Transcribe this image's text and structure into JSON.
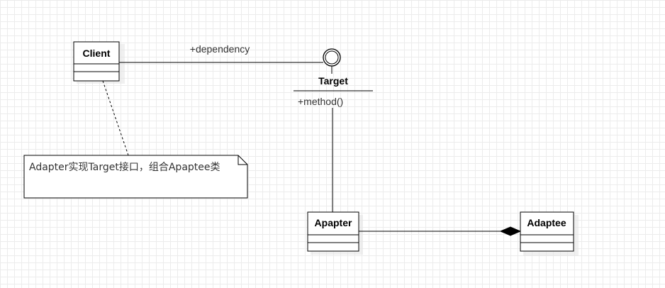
{
  "diagram": {
    "classes": {
      "client": "Client",
      "adapter": "Apapter",
      "adaptee": "Adaptee"
    },
    "interface": {
      "name": "Target",
      "method": "+method()"
    },
    "edges": {
      "client_target_label": "+dependency"
    },
    "note": {
      "text": "Adapter实现Target接口，组合Apaptee类"
    }
  }
}
